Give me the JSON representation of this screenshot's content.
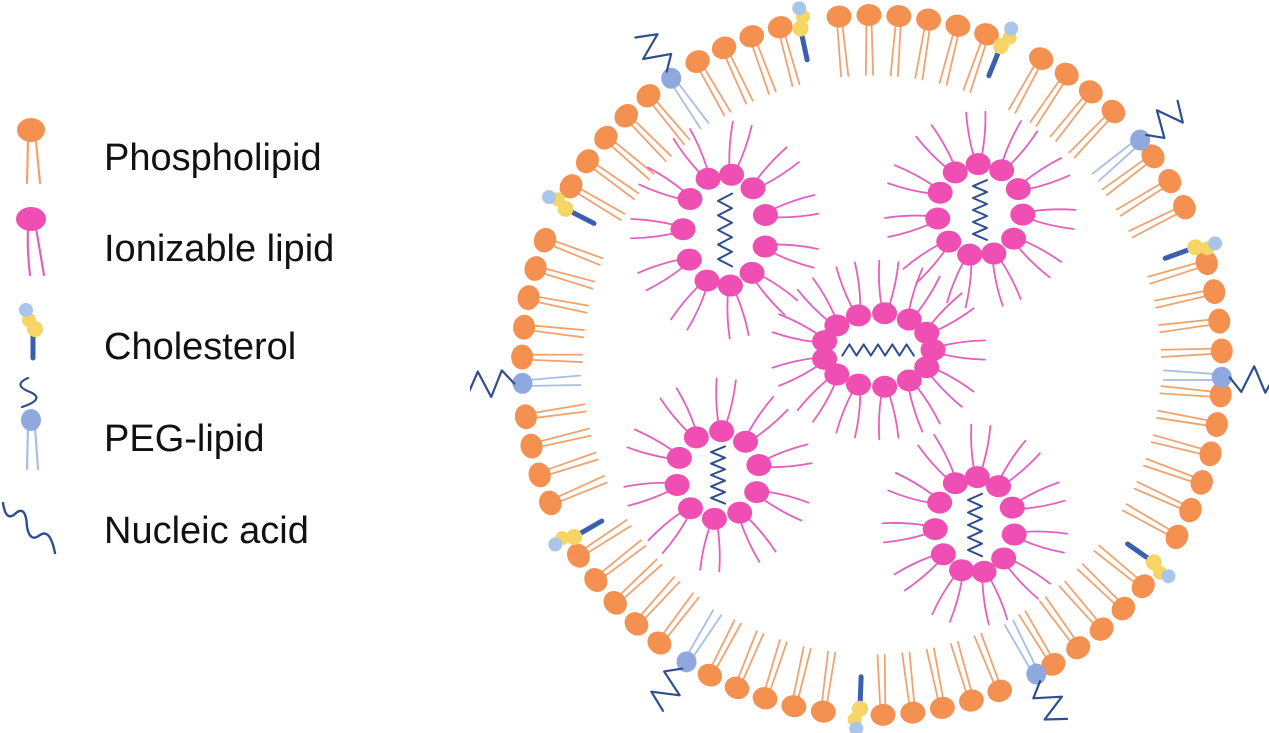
{
  "colors": {
    "phospholipid_head": "#f49150",
    "phospholipid_tail": "#f1a36f",
    "ionizable_head": "#ef4fb3",
    "ionizable_tail": "#e55fbd",
    "cholesterol_ring_blue": "#a8c6e8",
    "cholesterol_ring_yellow": "#f6d565",
    "cholesterol_tail": "#3a5fae",
    "peg_head": "#8fa9de",
    "peg_tail": "#a7bfe4",
    "peg_chain": "#2e4f8f",
    "nucleic_acid": "#2e4f8f"
  },
  "legend": {
    "items": [
      {
        "label": "Phospholipid",
        "icon": "phospholipid-icon"
      },
      {
        "label": "Ionizable lipid",
        "icon": "ionizable-lipid-icon"
      },
      {
        "label": "Cholesterol",
        "icon": "cholesterol-icon"
      },
      {
        "label": "PEG-lipid",
        "icon": "peg-lipid-icon"
      },
      {
        "label": "Nucleic acid",
        "icon": "nucleic-acid-icon"
      }
    ]
  }
}
